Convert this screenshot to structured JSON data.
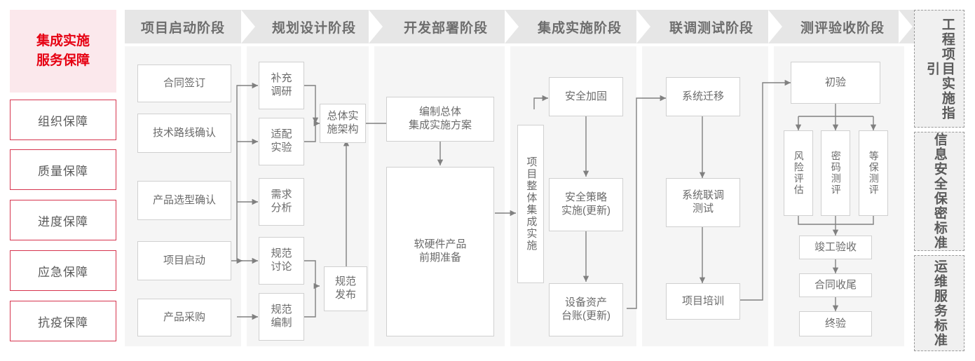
{
  "guarantee": {
    "title": "集成实施\n服务保障",
    "title_line1": "集成实施",
    "title_line2": "服务保障",
    "items": [
      {
        "label": "组织保障"
      },
      {
        "label": "质量保障"
      },
      {
        "label": "进度保障"
      },
      {
        "label": "应急保障"
      },
      {
        "label": "抗疫保障"
      }
    ]
  },
  "phases": [
    {
      "id": "phase-1",
      "header": "项目启动阶段",
      "nodes": [
        {
          "name": "node-contract-signing",
          "label": "合同签订"
        },
        {
          "name": "node-tech-route-confirm",
          "label": "技术路线确认"
        },
        {
          "name": "node-product-selection-confirm",
          "label": "产品选型确认"
        },
        {
          "name": "node-project-kickoff",
          "label": "项目启动"
        },
        {
          "name": "node-product-procurement",
          "label": "产品采购"
        }
      ]
    },
    {
      "id": "phase-2",
      "header": "规划设计阶段",
      "nodes": [
        {
          "name": "node-supplementary-research",
          "label": "补充\n调研",
          "l1": "补充",
          "l2": "调研"
        },
        {
          "name": "node-adaptation-experiment",
          "label": "适配\n实验",
          "l1": "适配",
          "l2": "实验"
        },
        {
          "name": "node-requirement-analysis",
          "label": "需求\n分析",
          "l1": "需求",
          "l2": "分析"
        },
        {
          "name": "node-spec-discussion",
          "label": "规范\n讨论",
          "l1": "规范",
          "l2": "讨论"
        },
        {
          "name": "node-spec-drafting",
          "label": "规范\n编制",
          "l1": "规范",
          "l2": "编制"
        },
        {
          "name": "node-overall-impl-architecture",
          "label": "总体实\n施架构",
          "l1": "总体实",
          "l2": "施架构"
        },
        {
          "name": "node-spec-release",
          "label": "规范\n发布",
          "l1": "规范",
          "l2": "发布"
        }
      ]
    },
    {
      "id": "phase-3",
      "header": "开发部署阶段",
      "nodes": [
        {
          "name": "node-overall-integration-plan",
          "label": "编制总体\n集成实施方案",
          "l1": "编制总体",
          "l2": "集成实施方案"
        },
        {
          "name": "node-hw-sw-preparation",
          "label": "软硬件产品\n前期准备",
          "l1": "软硬件产品",
          "l2": "前期准备"
        }
      ]
    },
    {
      "id": "phase-4",
      "header": "集成实施阶段",
      "nodes": [
        {
          "name": "node-project-overall-integration",
          "label": "项目整体集成实施"
        },
        {
          "name": "node-security-hardening",
          "label": "安全加固"
        },
        {
          "name": "node-security-policy-impl",
          "label": "安全策略\n实施(更新)",
          "l1": "安全策略",
          "l2": "实施(更新)"
        },
        {
          "name": "node-asset-ledger",
          "label": "设备资产\n台账(更新)",
          "l1": "设备资产",
          "l2": "台账(更新)"
        }
      ]
    },
    {
      "id": "phase-5",
      "header": "联调测试阶段",
      "nodes": [
        {
          "name": "node-system-migration",
          "label": "系统迁移"
        },
        {
          "name": "node-system-joint-test",
          "label": "系统联调\n测试",
          "l1": "系统联调",
          "l2": "测试"
        },
        {
          "name": "node-project-training",
          "label": "项目培训"
        }
      ]
    },
    {
      "id": "phase-6",
      "header": "测评验收阶段",
      "nodes": [
        {
          "name": "node-initial-acceptance",
          "label": "初验"
        },
        {
          "name": "node-risk-assessment",
          "label": "风险评估"
        },
        {
          "name": "node-crypto-evaluation",
          "label": "密码测评"
        },
        {
          "name": "node-mlps-evaluation",
          "label": "等保测评"
        },
        {
          "name": "node-completion-acceptance",
          "label": "竣工验收"
        },
        {
          "name": "node-contract-closure",
          "label": "合同收尾"
        },
        {
          "name": "node-final-acceptance",
          "label": "终验"
        }
      ]
    }
  ],
  "standards": [
    {
      "name": "standard-engineering-guide",
      "label": "工程项目实施指引"
    },
    {
      "name": "standard-infosec-confidentiality",
      "label": "信息安全保密标准"
    },
    {
      "name": "standard-ops-service",
      "label": "运维服务标准"
    }
  ],
  "colors": {
    "accent_red": "#e60012",
    "border_red": "#d6344e",
    "panel_bg": "#f5f5f5",
    "header_bg": "#e6e6e6",
    "node_border": "#d0d0d0",
    "text_gray": "#6b6b6b",
    "wire": "#808080",
    "std_bg": "#f0f0f0",
    "std_border": "#9a9a9a"
  }
}
